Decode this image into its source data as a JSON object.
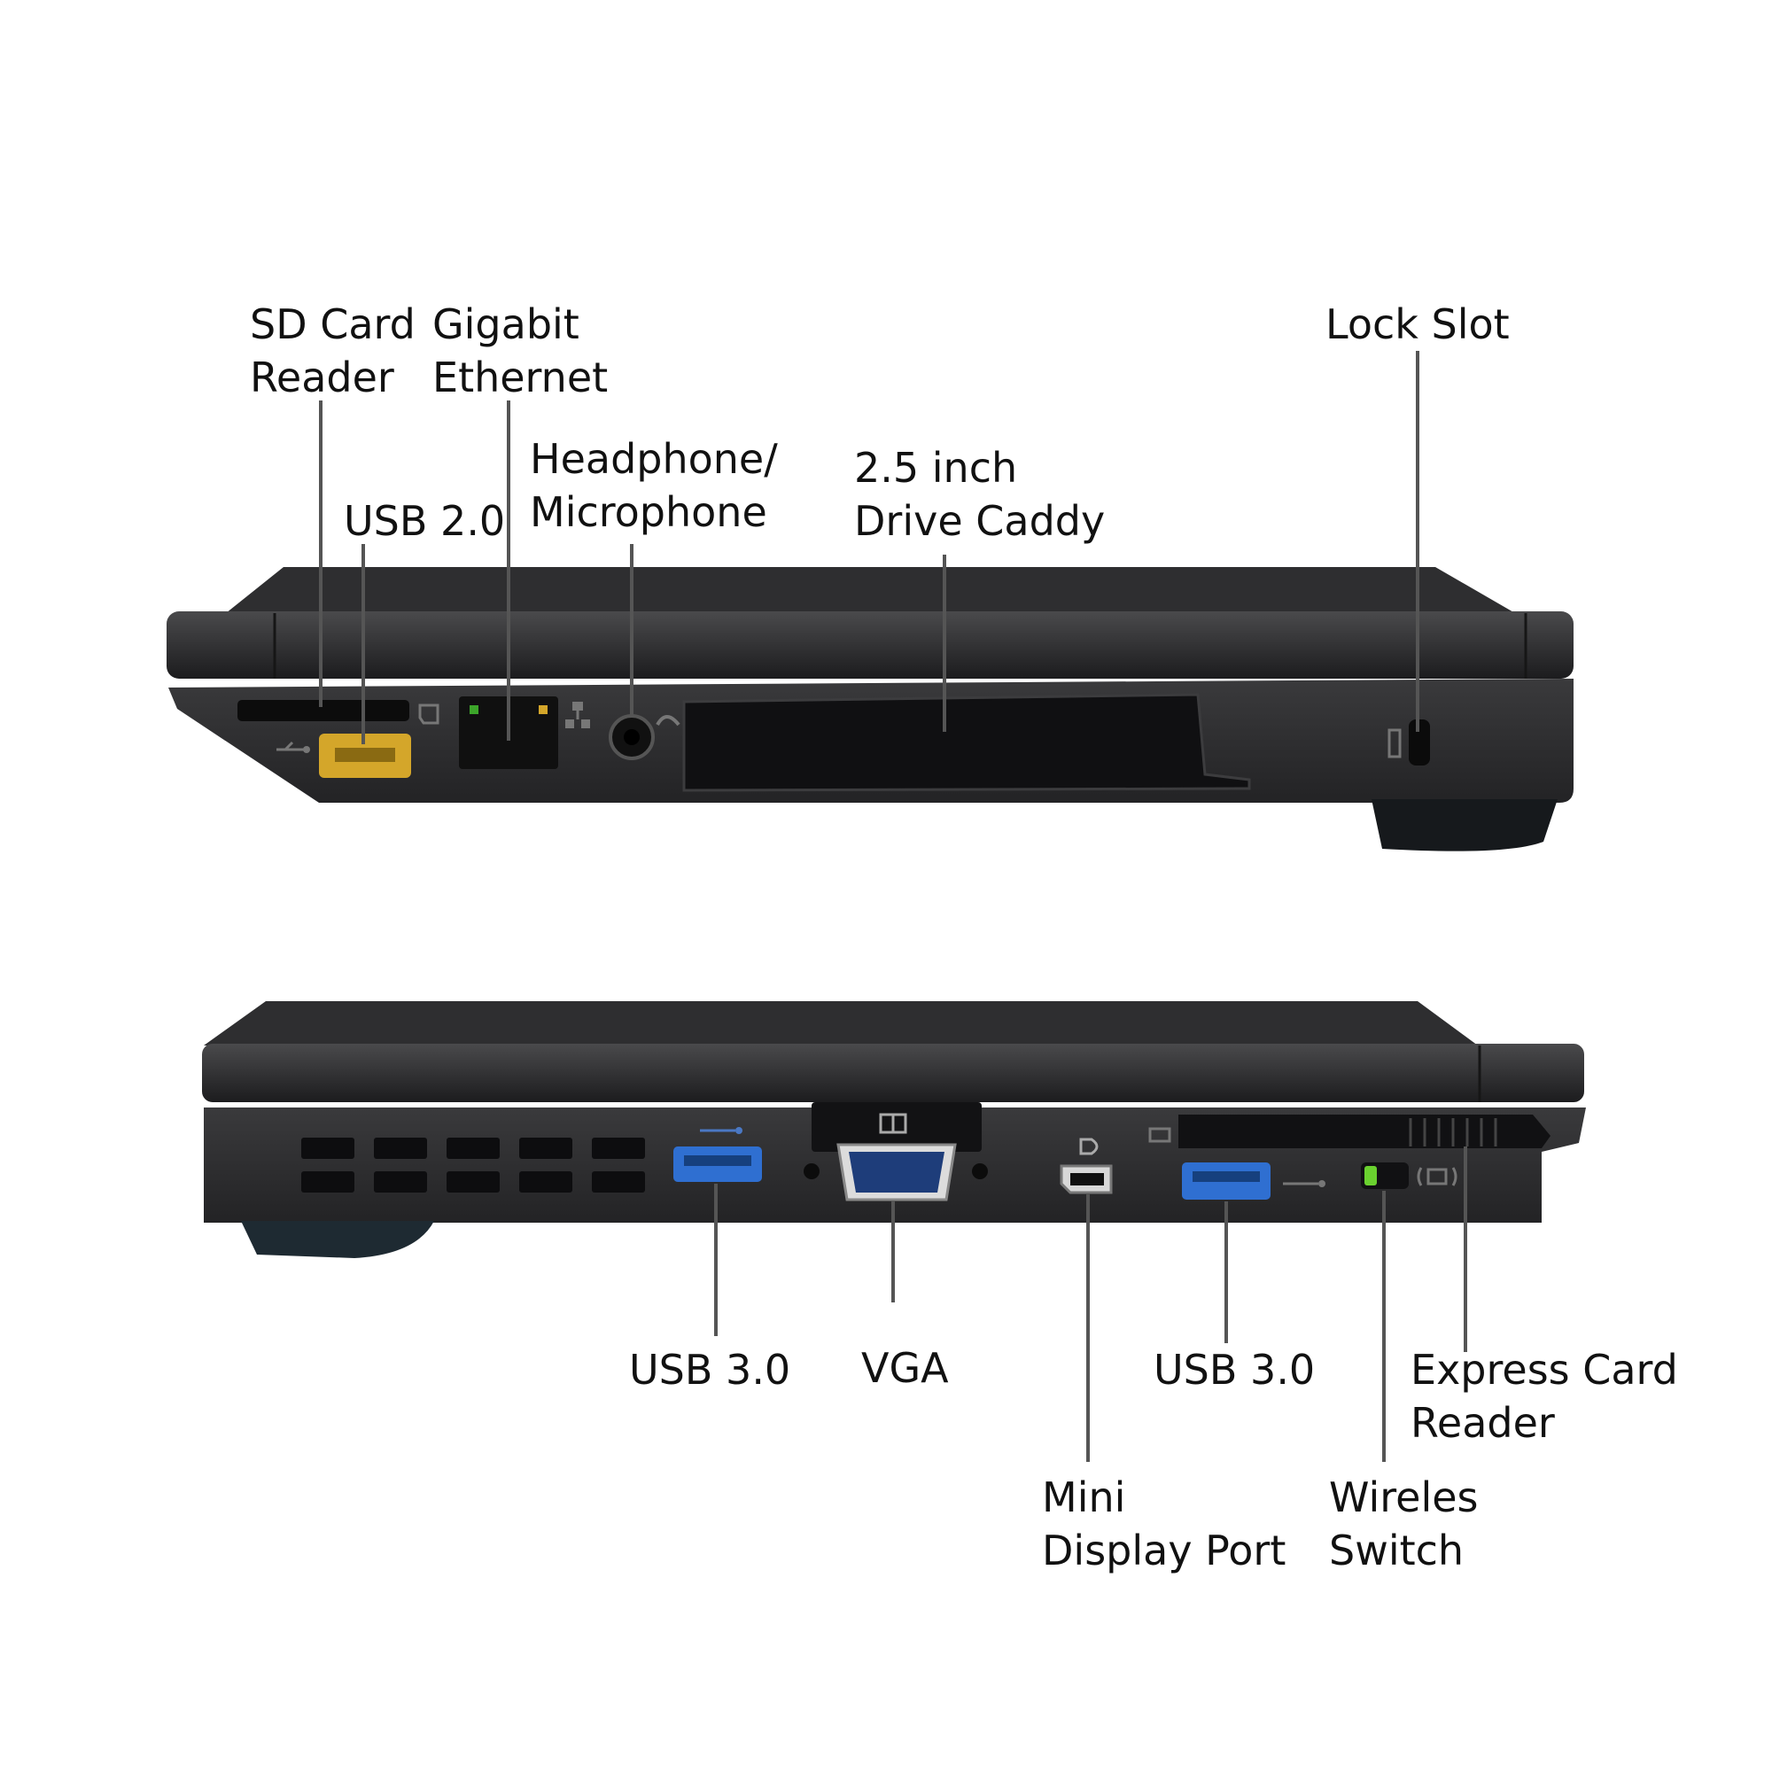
{
  "top_view": {
    "labels": {
      "sd_card": [
        "SD Card",
        "Reader"
      ],
      "gigabit": [
        "Gigabit",
        "Ethernet"
      ],
      "usb20": [
        "USB 2.0"
      ],
      "headphone": [
        "Headphone/",
        "Microphone"
      ],
      "drive_caddy": [
        "2.5 inch",
        "Drive Caddy"
      ],
      "lock_slot": [
        "Lock Slot"
      ]
    }
  },
  "bottom_view": {
    "labels": {
      "usb30_left": [
        "USB 3.0"
      ],
      "vga": [
        "VGA"
      ],
      "usb30_right": [
        "USB 3.0"
      ],
      "express_card": [
        "Express Card",
        "Reader"
      ],
      "mini_dp": [
        "Mini",
        "Display Port"
      ],
      "wireless": [
        "Wireles",
        "Switch"
      ]
    }
  },
  "colors": {
    "body": "#2a2a2c",
    "usb2_port": "#d4a62a",
    "usb3_port": "#2f6fd1",
    "vga_port": "#1e3d7a",
    "wireless_led": "#6ad12f"
  }
}
